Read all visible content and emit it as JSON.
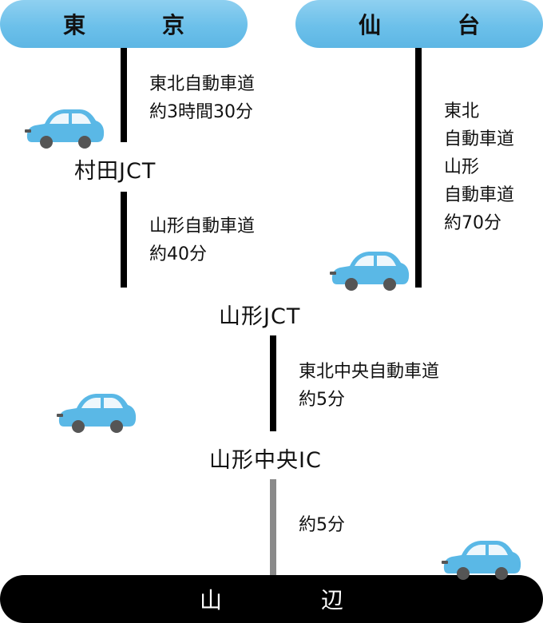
{
  "origins": {
    "tokyo": "東　京",
    "sendai": "仙　台"
  },
  "destination": "山　辺",
  "junctions": {
    "murata": "村田JCT",
    "yamagata": "山形JCT",
    "yamagata_chuo": "山形中央IC"
  },
  "routes": {
    "tokyo_to_murata": [
      "東北自動車道",
      "約3時間30分"
    ],
    "murata_to_yamagata": [
      "山形自動車道",
      "約40分"
    ],
    "sendai_to_yamagata": [
      "東北",
      "自動車道",
      "山形",
      "自動車道",
      "約70分"
    ],
    "yamagata_to_chuo": [
      "東北中央自動車道",
      "約5分"
    ],
    "chuo_to_yamanobe": [
      "約5分"
    ]
  },
  "colors": {
    "pill_blue": "#6cc0ea",
    "car_body": "#5ab8e6",
    "car_window": "#eef7fc",
    "wheel": "#555555",
    "line": "#000000",
    "last_line": "#8a8a8a"
  }
}
